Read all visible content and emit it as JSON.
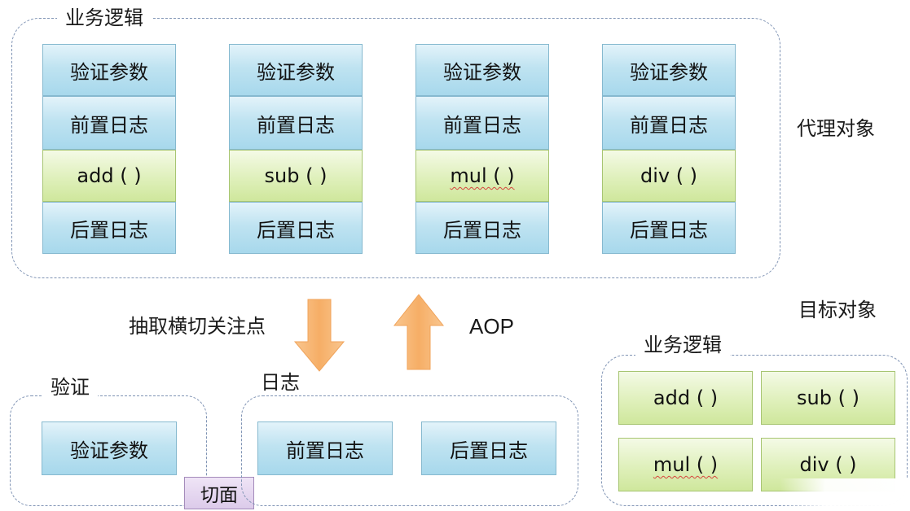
{
  "proxy_object": {
    "group_title": "业务逻辑",
    "side_label": "代理对象",
    "columns": [
      {
        "validate": "验证参数",
        "pre_log": "前置日志",
        "method": "add ( )",
        "post_log": "后置日志"
      },
      {
        "validate": "验证参数",
        "pre_log": "前置日志",
        "method": "sub ( )",
        "post_log": "后置日志"
      },
      {
        "validate": "验证参数",
        "pre_log": "前置日志",
        "method": "mul ( )",
        "post_log": "后置日志"
      },
      {
        "validate": "验证参数",
        "pre_log": "前置日志",
        "method": "div ( )",
        "post_log": "后置日志"
      }
    ]
  },
  "flow": {
    "extract_label": "抽取横切关注点",
    "aop_label": "AOP",
    "colors": {
      "arrow": "#f7b572",
      "arrow_dark": "#ee9440"
    }
  },
  "validation_group": {
    "title": "验证",
    "item": "验证参数"
  },
  "aspect_label": "切面",
  "log_group": {
    "title": "日志",
    "items": [
      "前置日志",
      "后置日志"
    ]
  },
  "target_object": {
    "side_label": "目标对象",
    "group_title": "业务逻辑",
    "methods": [
      "add ( )",
      "sub ( )",
      "mul ( )",
      "div ( )"
    ]
  },
  "colors": {
    "blue_cell": "#bfe3f1",
    "green_cell": "#dff0bb",
    "purple_cell": "#dccbea",
    "dashed_border": "#7f93b4"
  }
}
